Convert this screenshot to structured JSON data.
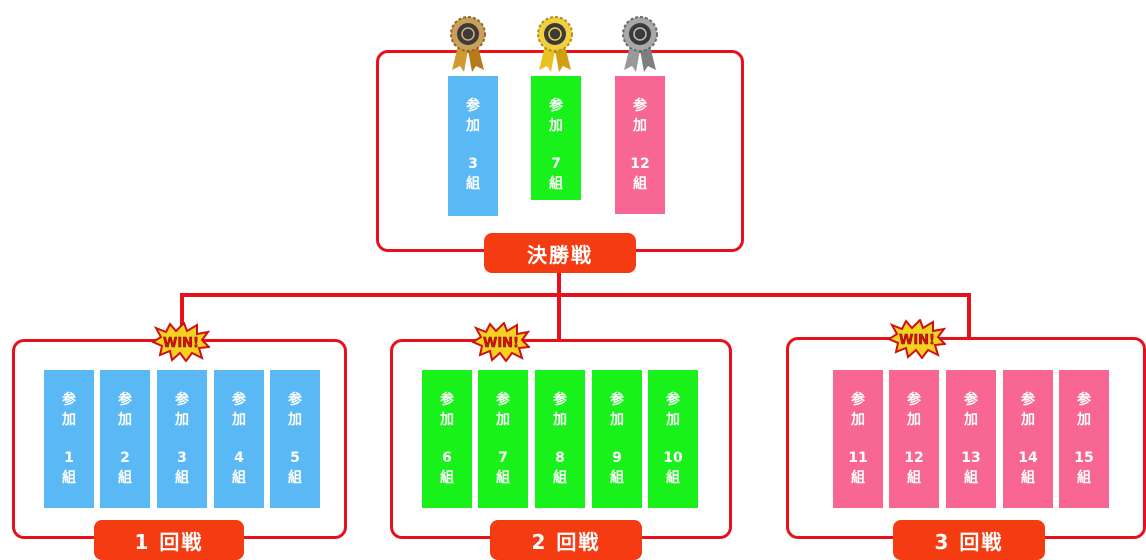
{
  "colors": {
    "frame": "#e8111a",
    "label_bg": "#f43b12",
    "blue": "#5ab9f5",
    "green": "#18f21a",
    "pink": "#f86694"
  },
  "final": {
    "label": "決勝戦",
    "teams": [
      {
        "line1": "参",
        "line2": "加",
        "num": "3",
        "unit": "組",
        "color": "blue",
        "medal": "bronze"
      },
      {
        "line1": "参",
        "line2": "加",
        "num": "7",
        "unit": "組",
        "color": "green",
        "medal": "gold"
      },
      {
        "line1": "参",
        "line2": "加",
        "num": "12",
        "unit": "組",
        "color": "pink",
        "medal": "silver"
      }
    ]
  },
  "rounds": [
    {
      "label": "1 回戦",
      "burst": "WIN!",
      "color": "blue",
      "teams": [
        {
          "line1": "参",
          "line2": "加",
          "num": "1",
          "unit": "組"
        },
        {
          "line1": "参",
          "line2": "加",
          "num": "2",
          "unit": "組"
        },
        {
          "line1": "参",
          "line2": "加",
          "num": "3",
          "unit": "組"
        },
        {
          "line1": "参",
          "line2": "加",
          "num": "4",
          "unit": "組"
        },
        {
          "line1": "参",
          "line2": "加",
          "num": "5",
          "unit": "組"
        }
      ]
    },
    {
      "label": "2 回戦",
      "burst": "WIN!",
      "color": "green",
      "teams": [
        {
          "line1": "参",
          "line2": "加",
          "num": "6",
          "unit": "組"
        },
        {
          "line1": "参",
          "line2": "加",
          "num": "7",
          "unit": "組"
        },
        {
          "line1": "参",
          "line2": "加",
          "num": "8",
          "unit": "組"
        },
        {
          "line1": "参",
          "line2": "加",
          "num": "9",
          "unit": "組"
        },
        {
          "line1": "参",
          "line2": "加",
          "num": "10",
          "unit": "組"
        }
      ]
    },
    {
      "label": "3 回戦",
      "burst": "WIN!",
      "color": "pink",
      "teams": [
        {
          "line1": "参",
          "line2": "加",
          "num": "11",
          "unit": "組"
        },
        {
          "line1": "参",
          "line2": "加",
          "num": "12",
          "unit": "組"
        },
        {
          "line1": "参",
          "line2": "加",
          "num": "13",
          "unit": "組"
        },
        {
          "line1": "参",
          "line2": "加",
          "num": "14",
          "unit": "組"
        },
        {
          "line1": "参",
          "line2": "加",
          "num": "15",
          "unit": "組"
        }
      ]
    }
  ]
}
